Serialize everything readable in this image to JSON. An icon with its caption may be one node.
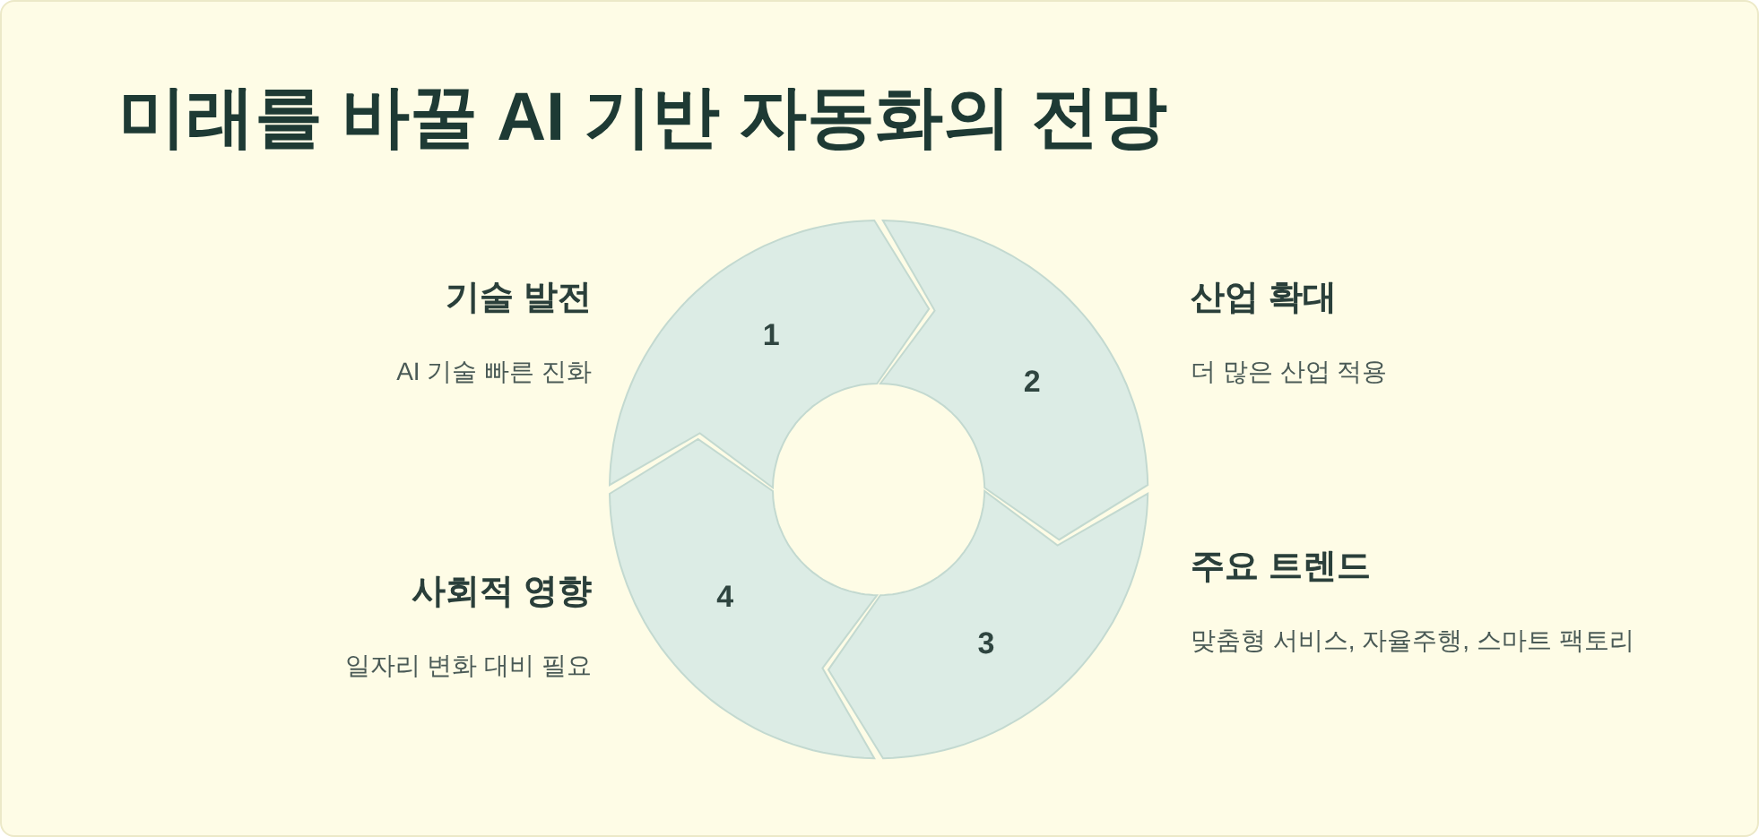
{
  "diagram": {
    "title": "미래를 바꿀 AI 기반 자동화의 전망",
    "nodes": [
      {
        "text": [
          "1"
        ],
        "beside": [
          "기술 발전",
          "AI 기술 빠른 진화"
        ]
      },
      {
        "text": [
          "2"
        ],
        "beside": [
          "산업 확대",
          "더 많은 산업 적용"
        ]
      },
      {
        "text": [
          "3"
        ],
        "beside": [
          "주요 트렌드",
          "맞춤형 서비스, 자율주행, 스마트 팩토리"
        ]
      },
      {
        "text": [
          "4"
        ],
        "beside": [
          "사회적 영향",
          "일자리 변화 대비 필요"
        ]
      }
    ]
  }
}
